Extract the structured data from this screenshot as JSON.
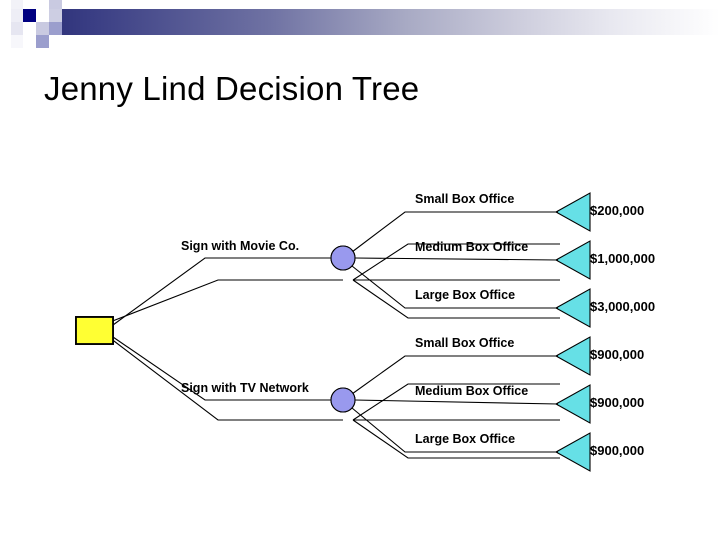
{
  "header": {
    "decoration_name": "checkered-gradient-banner",
    "gradient_from": "#2b2f77",
    "gradient_to": "#ffffff",
    "checker_colors": [
      "#000080",
      "#c8c8e0",
      "#9a9ccb",
      "#e2e2ee",
      "#ffffff"
    ]
  },
  "page_title": "Jenny Lind Decision Tree",
  "colors": {
    "decision_node": "#ffff33",
    "chance_node": "#9999ee",
    "terminal_node": "#66e0e6",
    "line": "#000000"
  },
  "chart_data": {
    "type": "diagram",
    "title": "Jenny Lind Decision Tree",
    "root": {
      "node_type": "decision",
      "shape": "square",
      "color": "#ffff33"
    },
    "branches": [
      {
        "label": "Sign with Movie Co.",
        "node_type": "chance",
        "shape": "circle",
        "color": "#9999ee",
        "outcomes": [
          {
            "label": "Small Box Office",
            "payoff": "$200,000"
          },
          {
            "label": "Medium Box Office",
            "payoff": "$1,000,000"
          },
          {
            "label": "Large Box Office",
            "payoff": "$3,000,000"
          }
        ]
      },
      {
        "label": "Sign with TV Network",
        "node_type": "chance",
        "shape": "circle",
        "color": "#9999ee",
        "outcomes": [
          {
            "label": "Small Box Office",
            "payoff": "$900,000"
          },
          {
            "label": "Medium Box Office",
            "payoff": "$900,000"
          },
          {
            "label": "Large Box Office",
            "payoff": "$900,000"
          }
        ]
      }
    ]
  }
}
